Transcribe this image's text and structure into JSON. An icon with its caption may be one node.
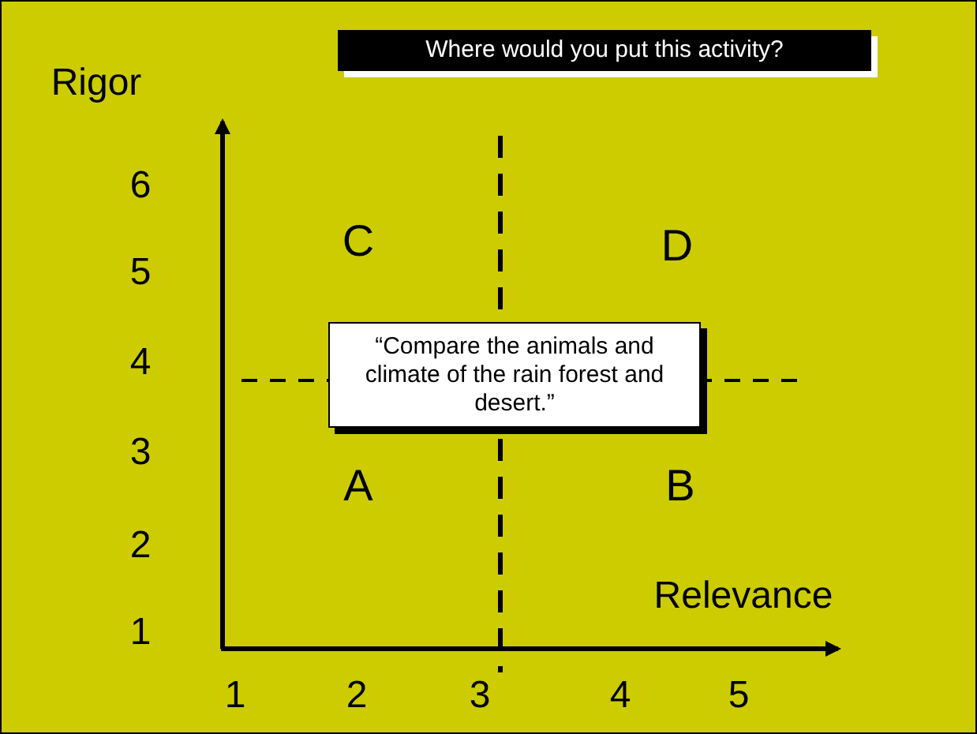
{
  "diagram": {
    "title": "Where would you put this activity?",
    "nodes": [
      {
        "text": [
          "“Compare the animals and climate of the rain forest and desert.”"
        ]
      }
    ],
    "labels": [
      "Rigor",
      "6",
      "5",
      "4",
      "3",
      "2",
      "1",
      "C",
      "D",
      "A",
      "B",
      "Relevance",
      "1",
      "2",
      "3",
      "4",
      "5"
    ]
  }
}
